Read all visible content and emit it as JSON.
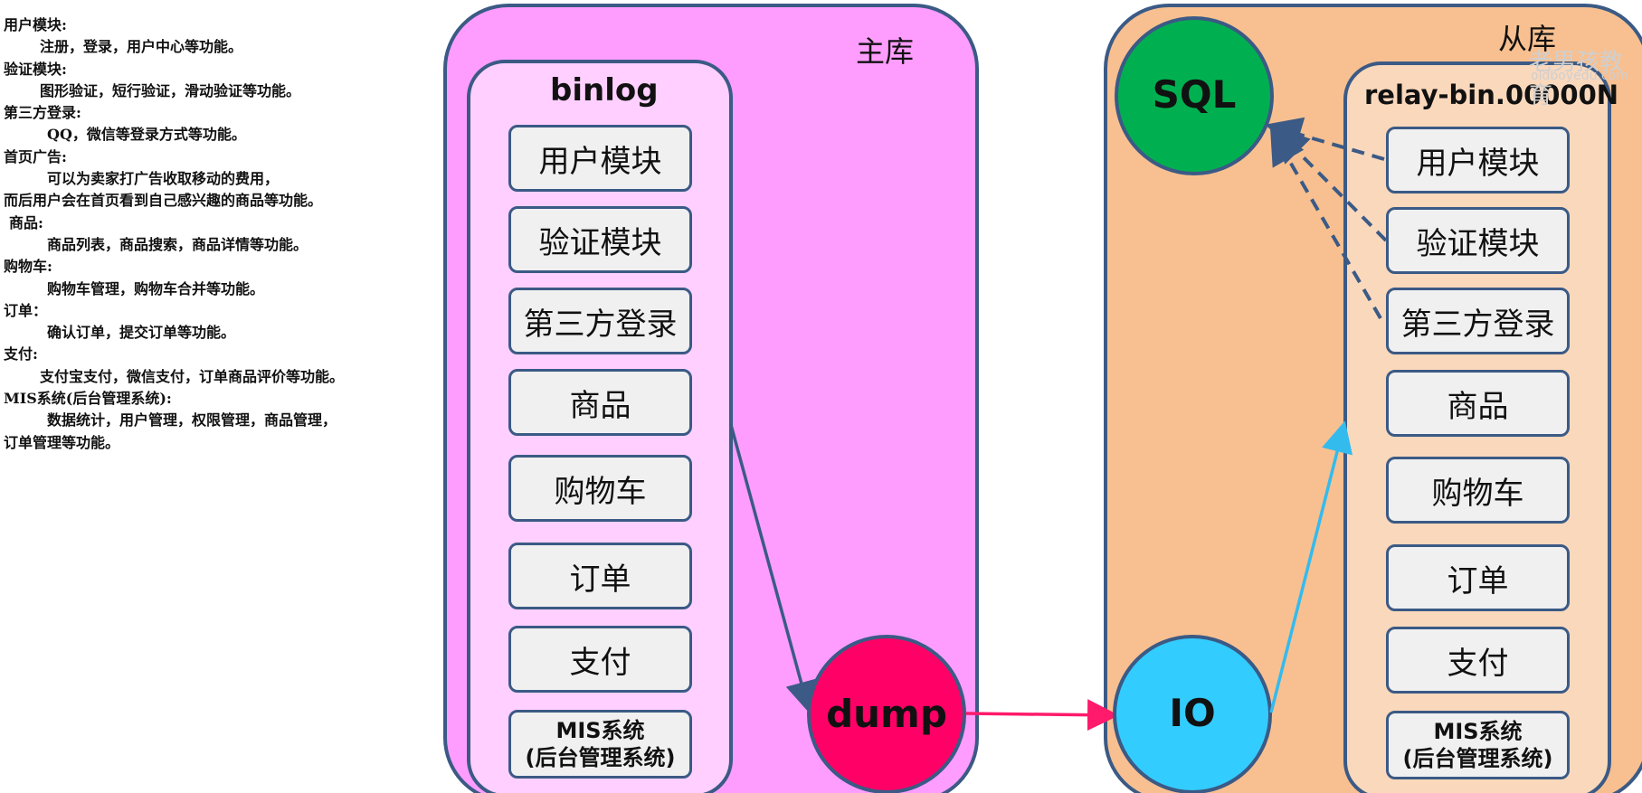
{
  "notes": [
    {
      "heading": "用户模块:",
      "detail": "注册，登录，用户中心等功能。"
    },
    {
      "heading": "验证模块:",
      "detail": "图形验证，短行验证，滑动验证等功能。"
    },
    {
      "heading": "第三方登录:",
      "detail": "QQ，微信等登录方式等功能。"
    },
    {
      "heading": "首页广告:",
      "detail": "可以为卖家打广告收取移动的费用，",
      "detail2": "而后用户会在首页看到自己感兴趣的商品等功能。"
    },
    {
      "heading": "商品:",
      "detail": "商品列表，商品搜索，商品详情等功能。"
    },
    {
      "heading": "购物车:",
      "detail": "购物车管理，购物车合并等功能。"
    },
    {
      "heading": "订单：",
      "detail": "确认订单，提交订单等功能。"
    },
    {
      "heading": "支付:",
      "detail": "支付宝支付，微信支付，订单商品评价等功能。"
    },
    {
      "heading": "MIS系统(后台管理系统):",
      "detail": "数据统计，用户管理，权限管理，商品管理，",
      "detail2": "订单管理等功能。"
    }
  ],
  "master": {
    "title": "主库",
    "binlog_label": "binlog",
    "modules": [
      "用户模块",
      "验证模块",
      "第三方登录",
      "商品",
      "购物车",
      "订单",
      "支付"
    ],
    "mis_line1": "MIS系统",
    "mis_line2": "(后台管理系统)",
    "dump_label": "dump"
  },
  "slave": {
    "title": "从库",
    "relay_label": "relay-bin.00000N",
    "modules": [
      "用户模块",
      "验证模块",
      "第三方登录",
      "商品",
      "购物车",
      "订单",
      "支付"
    ],
    "mis_line1": "MIS系统",
    "mis_line2": "(后台管理系统)",
    "sql_label": "SQL",
    "io_label": "IO"
  },
  "watermark": {
    "cn": "老男孩教育",
    "url": "oldboyedu.com"
  },
  "colors": {
    "master_bg": "#ff9dff",
    "binlog_bg": "#ffd0ff",
    "slave_bg": "#f8c090",
    "relay_bg": "#fad8bc",
    "border": "#3b5a85",
    "dump": "#ff0066",
    "sql": "#00b050",
    "io": "#33ccff",
    "arrow_red": "#ff1a6b",
    "arrow_blue": "#3b5a85",
    "arrow_cyan": "#33bbee"
  }
}
